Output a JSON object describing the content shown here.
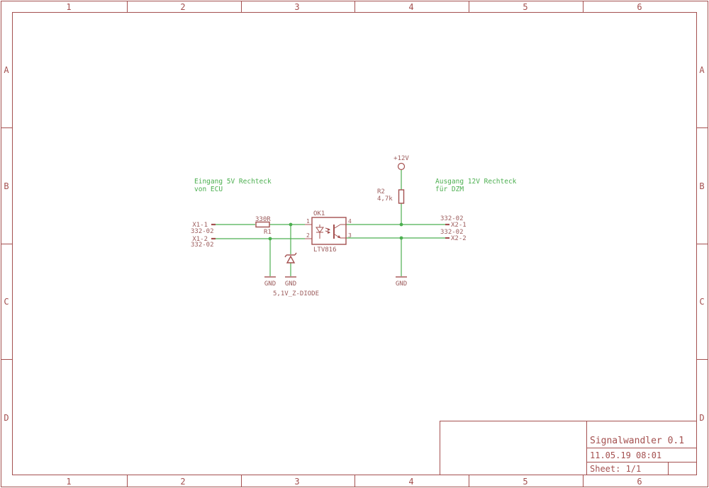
{
  "frame": {
    "columns": [
      "1",
      "2",
      "3",
      "4",
      "5",
      "6"
    ],
    "rows": [
      "A",
      "B",
      "C",
      "D"
    ]
  },
  "notes": {
    "input_line1": "Eingang 5V Rechteck",
    "input_line2": "von ECU",
    "output_line1": "Ausgang 12V Rechteck",
    "output_line2": "für DZM"
  },
  "parts": {
    "x1_1": {
      "name": "X1-1",
      "value": "332-02"
    },
    "x1_2": {
      "name": "X1-2",
      "value": "332-02"
    },
    "x2_1": {
      "name": "X2-1",
      "value": "332-02"
    },
    "x2_2": {
      "name": "X2-2",
      "value": "332-02"
    },
    "r1": {
      "name": "R1",
      "value": "330R"
    },
    "r2": {
      "name": "R2",
      "value": "4,7k"
    },
    "ok1": {
      "name": "OK1",
      "value": "LTV816",
      "pins": [
        "1",
        "2",
        "3",
        "4"
      ]
    },
    "zdiode": {
      "value": "5,1V_Z-DIODE"
    },
    "gnd_labels": [
      "GND",
      "GND",
      "GND"
    ],
    "supply": "+12V"
  },
  "title_block": {
    "title": "Signalwandler 0.1",
    "date": "11.05.19 08:01",
    "sheet": "Sheet: 1/1"
  }
}
